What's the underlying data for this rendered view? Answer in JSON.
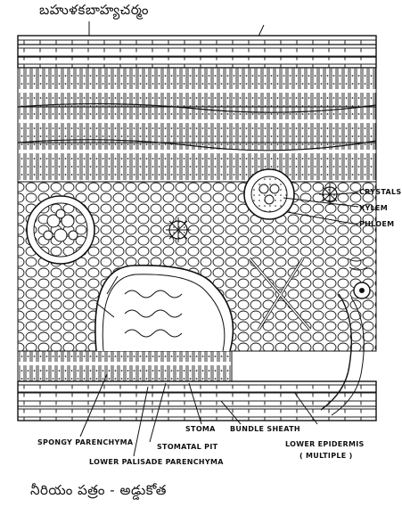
{
  "titles": {
    "top": "బహుళకబాహ్యచర్మం",
    "bottom": "నీరియం పత్రం - అడ్డుకోత"
  },
  "labels": {
    "crystals": "CRYSTALS",
    "xylem": "XYLEM",
    "phloem": "PHLOEM",
    "stoma": "STOMA",
    "bundle_sheath": "BUNDLE SHEATH",
    "spongy_parenchyma": "SPONGY PARENCHYMA",
    "stomatal_pit": "STOMATAL PIT",
    "lower_epidermis": "LOWER EPIDERMIS",
    "multiple": "( MULTIPLE )",
    "lower_palisade": "LOWER PALISADE PARENCHYMA"
  },
  "colors": {
    "ink": "#111111",
    "paper": "#ffffff"
  }
}
